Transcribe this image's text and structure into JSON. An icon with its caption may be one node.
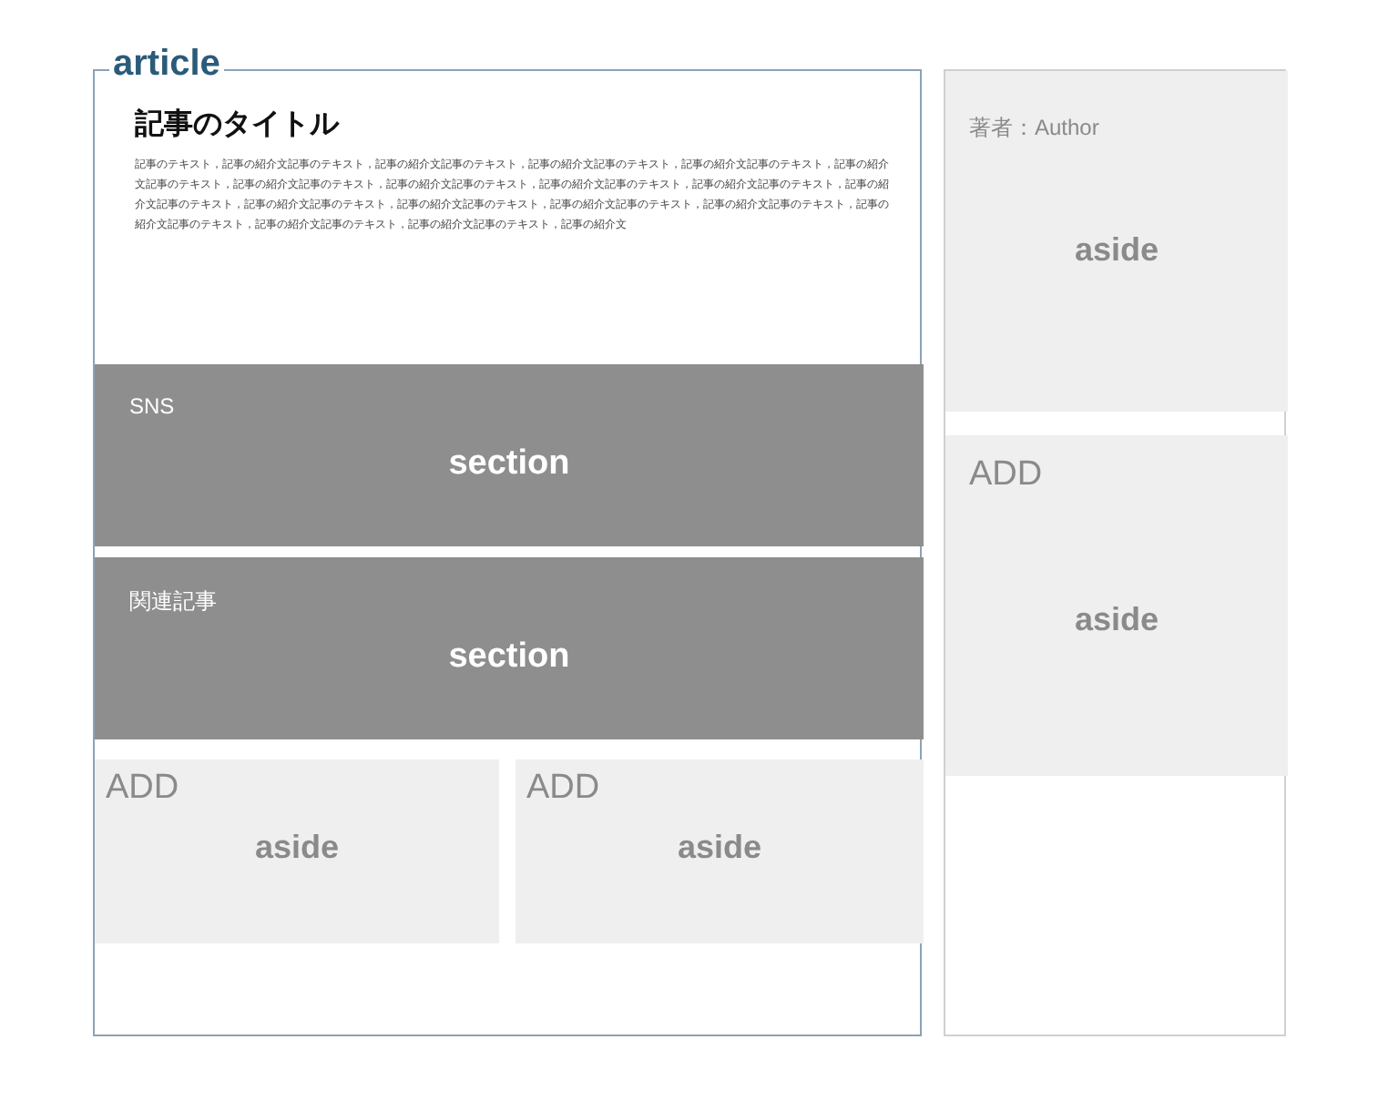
{
  "diagram": {
    "nodes": [
      {
        "text": [
          "article",
          "記事のタイトル",
          "記事のテキスト，記事の紹介文記事のテキスト，記事の紹介文記事のテキスト，記事の紹介文記事のテキスト，記事の紹介文記事のテキスト，記事の紹介文記事のテキスト，記事の紹介文記事のテキスト，記事の紹介文記事のテキスト，記事の紹介文記事のテキスト，記事の紹介文記事のテキスト，記事の紹介文記事のテキスト，記事の紹介文記事のテキスト，記事の紹介文記事のテキスト，記事の紹介文記事のテキスト，記事の紹介文記事のテキスト，記事の紹介文記事のテキスト，記事の紹介文記事のテキスト，記事の紹介文記事のテキスト，記事の紹介文"
        ]
      },
      {
        "text": [
          "SNS",
          "section"
        ],
        "in": 0
      },
      {
        "text": [
          "関連記事",
          "section"
        ],
        "in": 0
      },
      {
        "text": [
          "ADD",
          "aside"
        ],
        "in": 0
      },
      {
        "text": [
          "ADD",
          "aside"
        ],
        "in": 0
      },
      {
        "text": [],
        "shape": "box"
      },
      {
        "text": [
          "著者：Author",
          "aside"
        ],
        "in": 5
      },
      {
        "text": [
          "ADD",
          "aside"
        ],
        "in": 5
      }
    ]
  }
}
